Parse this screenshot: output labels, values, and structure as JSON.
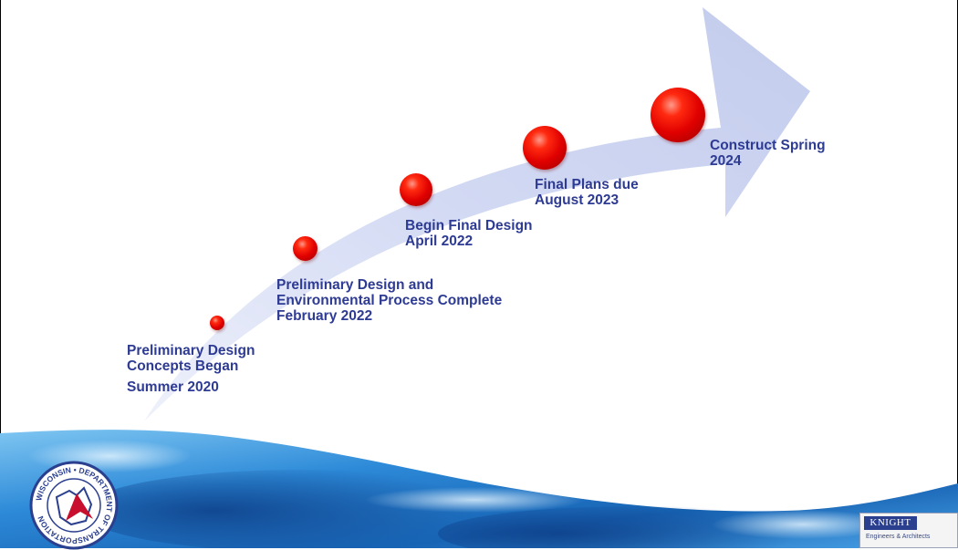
{
  "milestones": [
    {
      "lines": [
        "Preliminary Design",
        "Concepts Began",
        "Summer 2020"
      ]
    },
    {
      "lines": [
        "Preliminary Design and",
        "Environmental Process Complete",
        "February 2022"
      ]
    },
    {
      "lines": [
        "Begin Final Design",
        "April 2022"
      ]
    },
    {
      "lines": [
        "Final Plans due",
        "August 2023"
      ]
    },
    {
      "lines": [
        "Construct Spring",
        "2024"
      ]
    }
  ],
  "logos": {
    "wisdot_seal_text": "WISCONSIN • DEPARTMENT OF TRANSPORTATION",
    "knight_name": "KNIGHT",
    "knight_sub": "Engineers & Architects"
  },
  "colors": {
    "arrow": "#c9d1f0",
    "label_text": "#2e3b93",
    "milestone_dot": "#e00000",
    "water": "#1f7fd0"
  }
}
